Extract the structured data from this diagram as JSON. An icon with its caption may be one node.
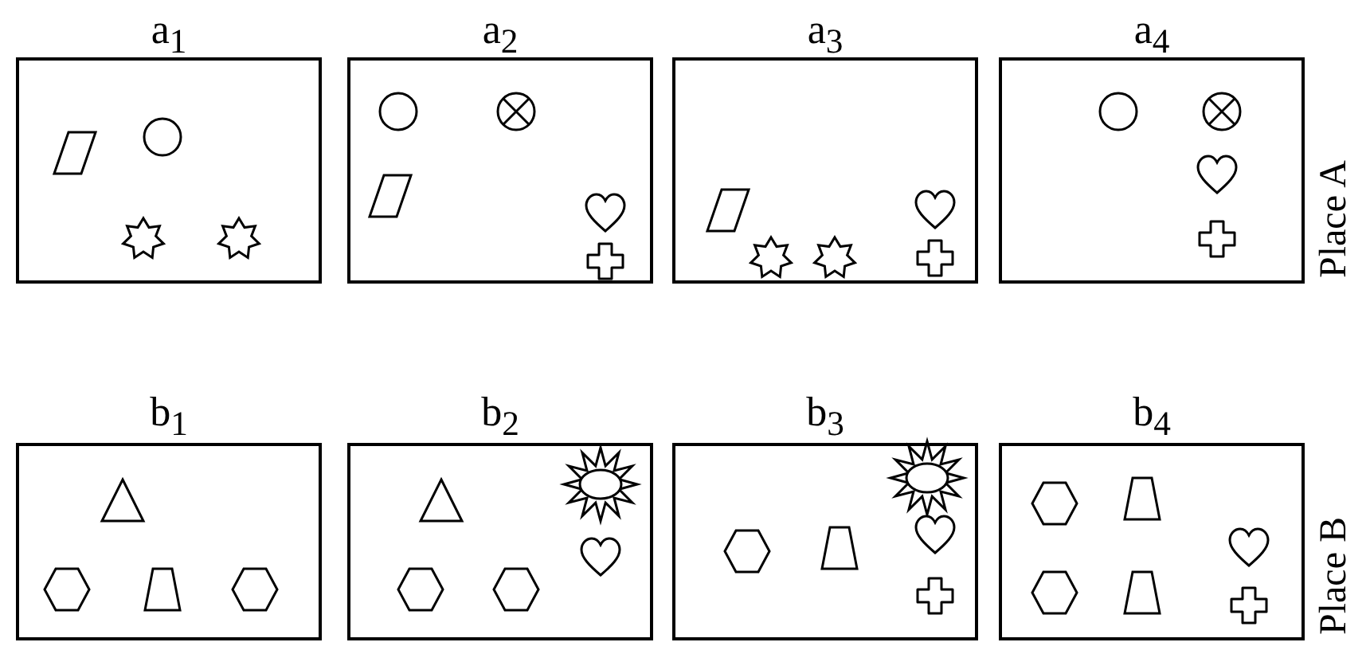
{
  "diagram": {
    "nodes": [
      {
        "text": [
          "a$_{1}$"
        ]
      },
      {
        "text": [
          "a$_{2}$"
        ]
      },
      {
        "text": [
          "a$_{3}$"
        ]
      },
      {
        "text": [
          "a$_{4}$"
        ]
      },
      {
        "text": [
          "b$_{1}$"
        ]
      },
      {
        "text": [
          "b$_{2}$"
        ]
      },
      {
        "text": [
          "b$_{3}$"
        ]
      },
      {
        "text": [
          "b$_{4}$"
        ]
      }
    ],
    "labels": [
      "Place A",
      "Place B"
    ]
  }
}
